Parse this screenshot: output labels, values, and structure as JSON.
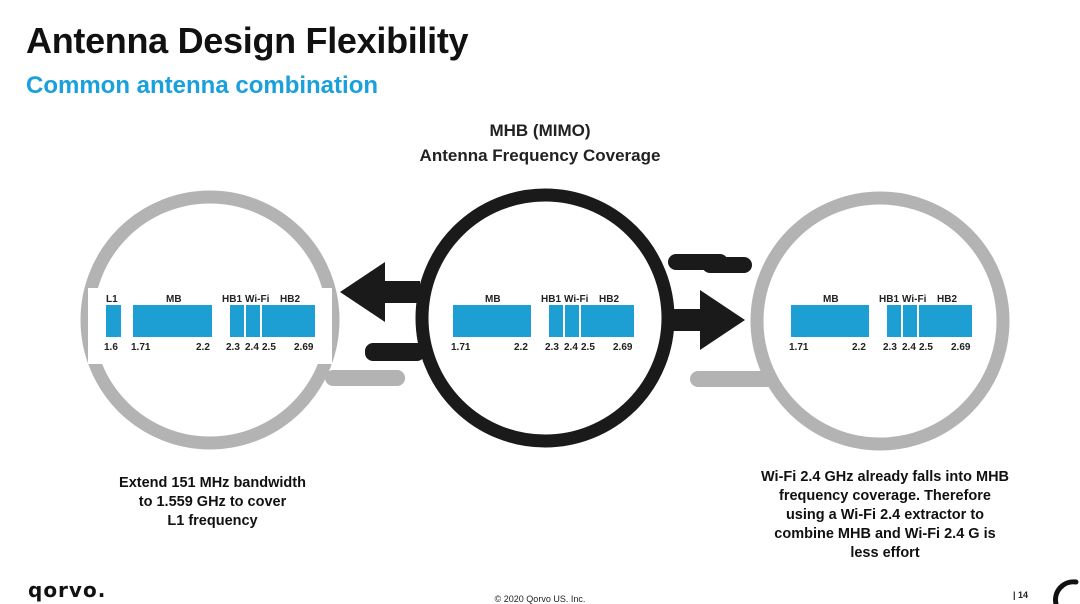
{
  "title": "Antenna Design Flexibility",
  "subtitle": "Common antenna combination",
  "heading": {
    "line1": "MHB (MIMO)",
    "line2": "Antenna Frequency Coverage"
  },
  "panels": {
    "left": {
      "bands": [
        "L1",
        "MB",
        "HB1",
        "Wi-Fi",
        "HB2"
      ],
      "ticks": [
        "1.6",
        "1.71",
        "2.2",
        "2.3",
        "2.4",
        "2.5",
        "2.69"
      ]
    },
    "center": {
      "bands": [
        "MB",
        "HB1",
        "Wi-Fi",
        "HB2"
      ],
      "ticks": [
        "1.71",
        "2.2",
        "2.3",
        "2.4",
        "2.5",
        "2.69"
      ]
    },
    "right": {
      "bands": [
        "MB",
        "HB1",
        "Wi-Fi",
        "HB2"
      ],
      "ticks": [
        "1.71",
        "2.2",
        "2.3",
        "2.4",
        "2.5",
        "2.69"
      ]
    }
  },
  "notes": {
    "left": [
      "Extend 151 MHz bandwidth",
      "to 1.559 GHz to cover",
      "L1 frequency"
    ],
    "right": [
      "Wi-Fi 2.4 GHz already falls into MHB",
      "frequency coverage. Therefore",
      "using a Wi-Fi 2.4 extractor to",
      "combine MHB and Wi-Fi 2.4 G is",
      "less effort"
    ]
  },
  "footer": {
    "logo": "qorvo.",
    "copyright": "© 2020 Qorvo US. Inc.",
    "page": "| 14"
  },
  "colors": {
    "accent": "#1aa0dc",
    "band": "#1e9fd4",
    "lens_gray": "#b3b3b3",
    "lens_dark": "#1a1a1a"
  }
}
